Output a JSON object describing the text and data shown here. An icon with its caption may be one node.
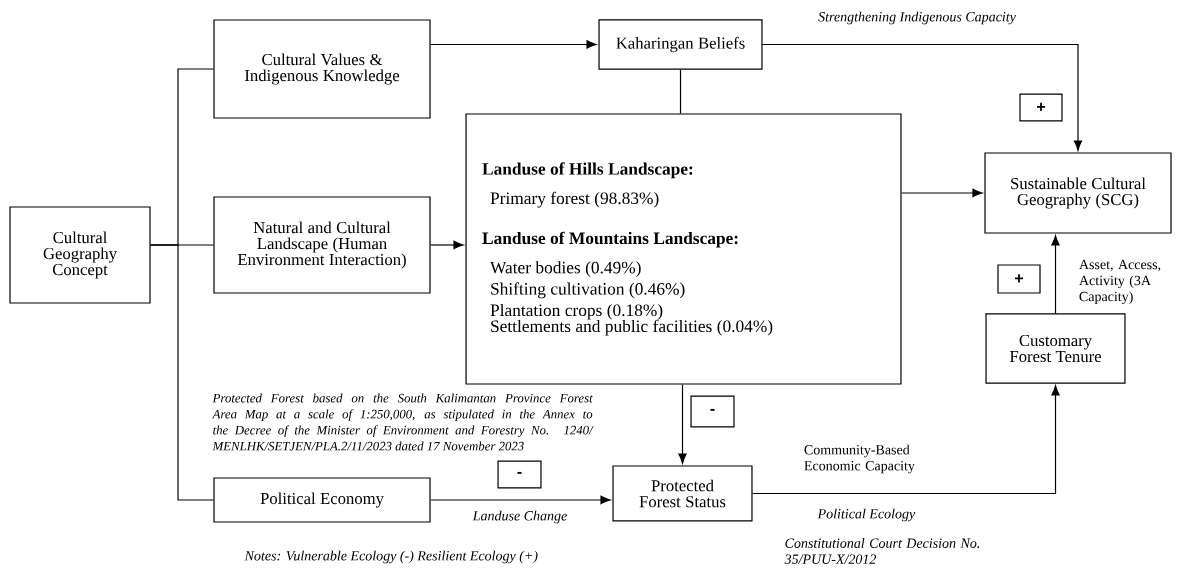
{
  "diagram": {
    "nodes": [
      {
        "text": [
          "Cultural Geography Concept"
        ]
      },
      {
        "text": [
          "Cultural Values & Indigenous Knowledge"
        ]
      },
      {
        "text": [
          "Natural and Cultural Landscape (Human Environment Interaction)"
        ]
      },
      {
        "text": [
          "Political Economy"
        ]
      },
      {
        "text": [
          "Kaharingan Beliefs"
        ]
      },
      {
        "text": [
          "Landuse of Hills Landscape:",
          "Primary forest (98.83%)",
          "Landuse of Mountains Landscape:",
          "Water bodies (0.49%)",
          "Shifting cultivation (0.46%)",
          "Plantation crops (0.18%)",
          "Settlements and public facilities (0.04%)"
        ]
      },
      {
        "text": [
          "Sustainable Cultural Geography (SCG)"
        ]
      },
      {
        "text": [
          "Customary Forest Tenure"
        ]
      },
      {
        "text": [
          "Protected Forest Status"
        ]
      },
      {
        "text": [
          "+"
        ]
      },
      {
        "text": [
          "+"
        ]
      },
      {
        "text": [
          "-"
        ]
      },
      {
        "text": [
          "-"
        ]
      }
    ],
    "edges": [
      {
        "from": 0,
        "to": 1,
        "arrow": "none"
      },
      {
        "from": 0,
        "to": 2,
        "arrow": "none"
      },
      {
        "from": 0,
        "to": 3,
        "arrow": "none"
      },
      {
        "from": 1,
        "to": 4,
        "arrow": "to"
      },
      {
        "from": 4,
        "to": 5,
        "arrow": "none"
      },
      {
        "from": 4,
        "to": 6,
        "arrow": "to",
        "label": "Strengthening Indigenous Capacity"
      },
      {
        "from": 2,
        "to": 5,
        "arrow": "to"
      },
      {
        "from": 5,
        "to": 6,
        "arrow": "to"
      },
      {
        "from": 5,
        "to": 8,
        "arrow": "to"
      },
      {
        "from": 3,
        "to": 8,
        "arrow": "to",
        "label": "Landuse Change"
      },
      {
        "from": 8,
        "to": 7,
        "arrow": "to",
        "label": "Community-Based Economic Capacity"
      },
      {
        "from": 7,
        "to": 6,
        "arrow": "to",
        "label": "Asset, Access, Activity (3A Capacity)"
      }
    ],
    "labels": [
      "Protected Forest based on the South Kalimantan Province Forest Area Map at a scale of 1:250,000, as stipulated in the Annex to the Decree of the Minister of Environment and Forestry No. 1240/ MENLHK/SETJEN/PLA.2/11/2023 dated 17 November 2023",
      "Political Ecology",
      "Constitutional Court Decision No. 35/PUU-X/2012",
      "Notes: Vulnerable Ecology (-) Resilient Ecology (+)"
    ]
  }
}
